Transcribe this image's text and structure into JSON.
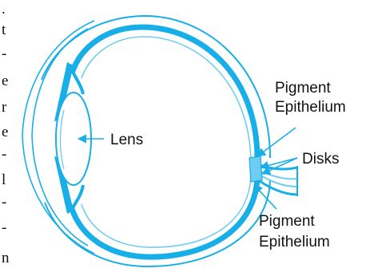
{
  "margin_fragments": [
    ".",
    "t",
    "-",
    "e",
    "r",
    "e",
    "-",
    "l",
    "-",
    "-",
    "n"
  ],
  "labels": {
    "lens": "Lens",
    "pigment_upper_line1": "Pigment",
    "pigment_upper_line2": "Epithelium",
    "disks": "Disks",
    "pigment_lower_line1": "Pigment",
    "pigment_lower_line2": "Epithelium"
  },
  "colors": {
    "structure": "#18aee8",
    "structure_light": "#6fcdf2",
    "text": "#111111"
  }
}
